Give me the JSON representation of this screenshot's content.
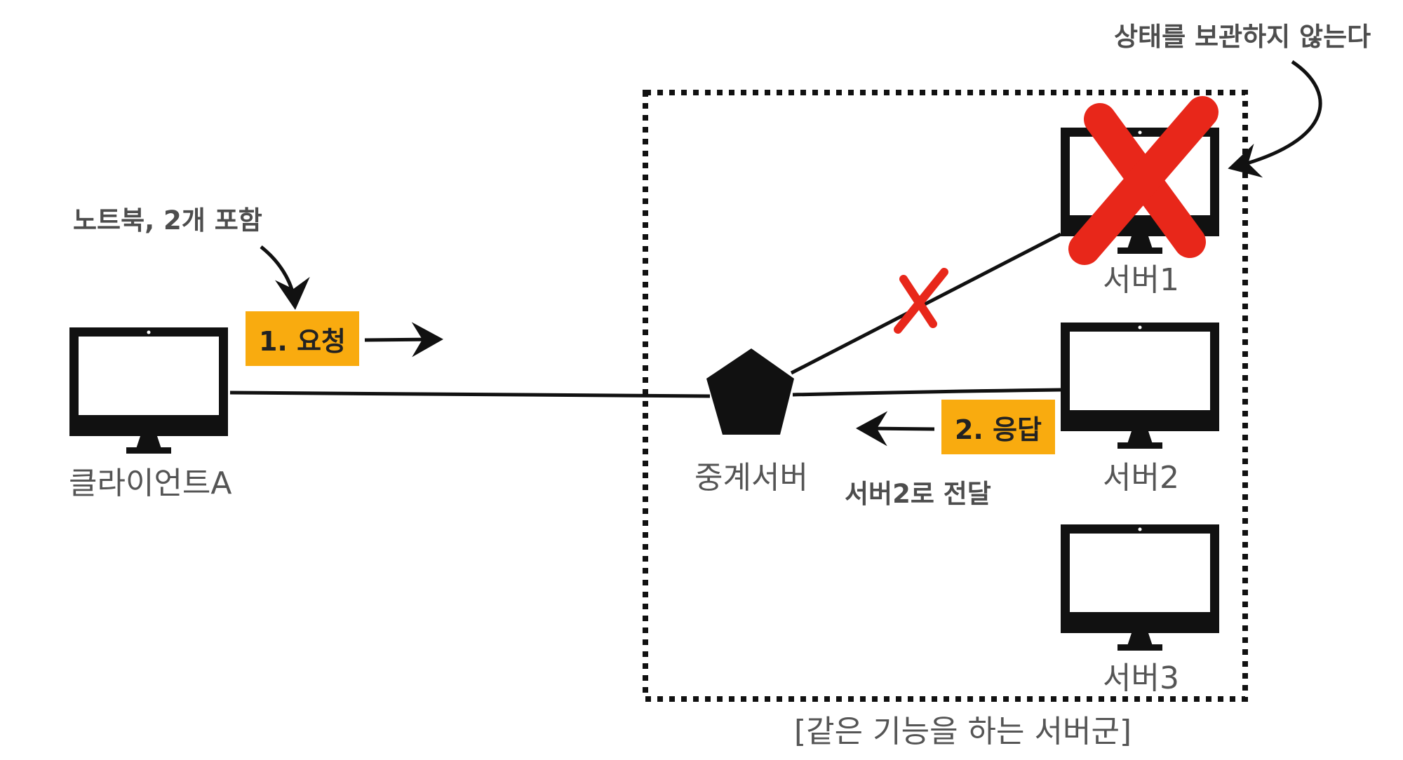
{
  "labels": {
    "client": "클라이언트A",
    "relay": "중계서버",
    "server1": "서버1",
    "server2": "서버2",
    "server3": "서버3",
    "group": "[같은 기능을 하는 서버군]"
  },
  "notes": {
    "laptop": "노트북, 2개 포함",
    "stateless": "상태를 보관하지 않는다",
    "forward": "서버2로 전달"
  },
  "badges": {
    "request": "1. 요청",
    "response": "2. 응답"
  },
  "colors": {
    "badge": "#f9ab0f",
    "cross": "#e8271a",
    "line": "#111111",
    "label": "#555555"
  },
  "icons": [
    "monitor-icon",
    "pentagon-icon",
    "cross-icon",
    "arrow-icon"
  ]
}
